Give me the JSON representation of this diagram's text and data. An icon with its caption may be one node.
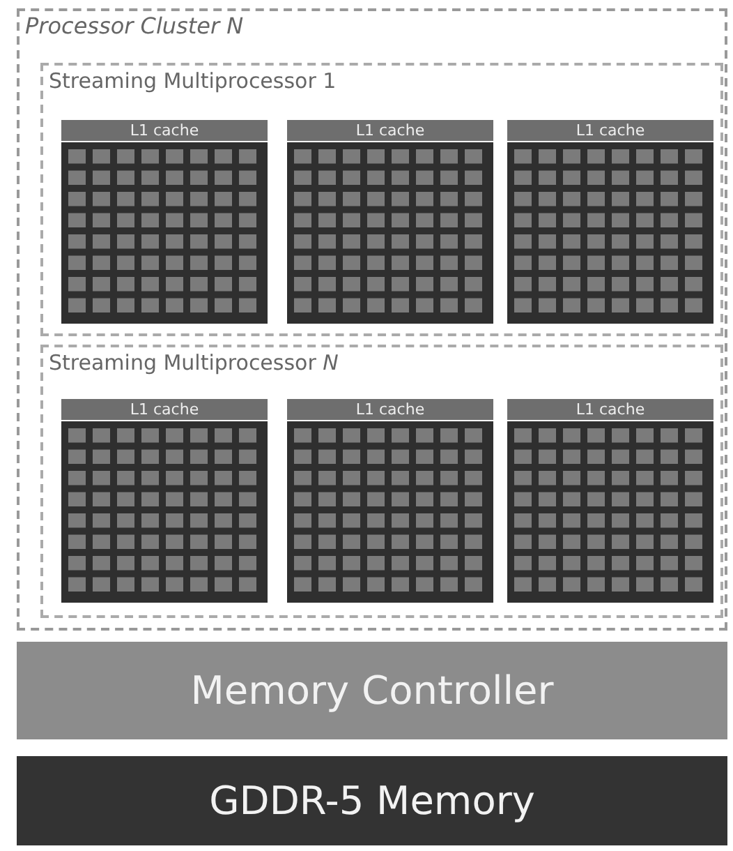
{
  "diagram": {
    "nodes": [
      {
        "text": [
          "Processor Cluster N"
        ]
      },
      {
        "text": [
          "Streaming Multiprocessor 1"
        ],
        "in": 0
      },
      {
        "text": [
          "L1 cache"
        ],
        "in": 1
      },
      {
        "text": [
          "L1 cache"
        ],
        "in": 1
      },
      {
        "text": [
          "L1 cache"
        ],
        "in": 1
      },
      {
        "text": [
          "Streaming Multiprocessor *N*"
        ],
        "in": 0
      },
      {
        "text": [
          "L1 cache"
        ],
        "in": 5
      },
      {
        "text": [
          "L1 cache"
        ],
        "in": 5
      },
      {
        "text": [
          "L1 cache"
        ],
        "in": 5
      },
      {
        "text": [
          "Memory Controller"
        ]
      },
      {
        "text": [
          "GDDR-5 Memory"
        ]
      }
    ]
  }
}
